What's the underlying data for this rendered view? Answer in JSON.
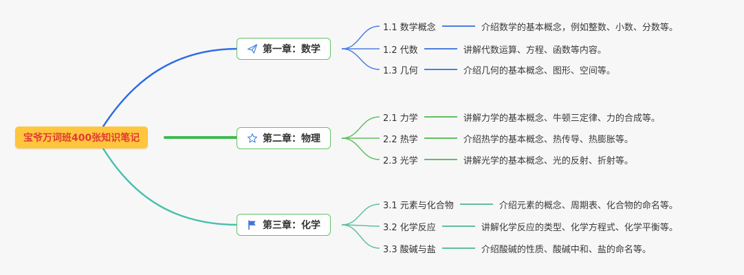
{
  "canvas": {
    "background": "#f7f7f8"
  },
  "root": {
    "label": "宝爷万词班400张知识笔记",
    "bg_color": "#ffc53d",
    "text_color": "#e03a34"
  },
  "node_border_color": "#62c162",
  "branches": [
    {
      "title": "第一章：数学",
      "icon": "paper-plane-icon",
      "color": "#2d6ce5",
      "line_color": "#4a7de0",
      "items": [
        {
          "label": "1.1 数学概念",
          "desc": "介绍数学的基本概念，例如整数、小数、分数等。"
        },
        {
          "label": "1.2 代数",
          "desc": "讲解代数运算、方程、函数等内容。"
        },
        {
          "label": "1.3 几何",
          "desc": "介绍几何的基本概念、图形、空间等。"
        }
      ]
    },
    {
      "title": "第二章：物理",
      "icon": "star-icon",
      "color": "#3dbb4e",
      "line_color": "#5ec05e",
      "items": [
        {
          "label": "2.1 力学",
          "desc": "讲解力学的基本概念、牛顿三定律、力的合成等。"
        },
        {
          "label": "2.2 热学",
          "desc": "介绍热学的基本概念、热传导、热膨胀等。"
        },
        {
          "label": "2.3 光学",
          "desc": "讲解光学的基本概念、光的反射、折射等。"
        }
      ]
    },
    {
      "title": "第三章：化学",
      "icon": "flag-icon",
      "color": "#49c0ad",
      "line_color": "#5fc099",
      "items": [
        {
          "label": "3.1 元素与化合物",
          "desc": "介绍元素的概念、周期表、化合物的命名等。"
        },
        {
          "label": "3.2 化学反应",
          "desc": "讲解化学反应的类型、化学方程式、化学平衡等。"
        },
        {
          "label": "3.3 酸碱与盐",
          "desc": "介绍酸碱的性质、酸碱中和、盐的命名等。"
        }
      ]
    }
  ]
}
